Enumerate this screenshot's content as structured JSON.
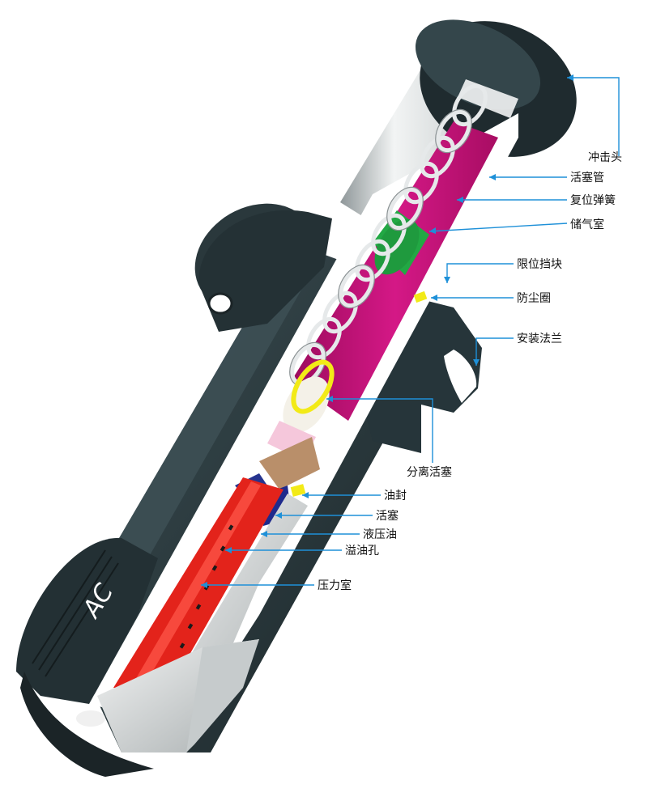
{
  "diagram": {
    "logo_text": "AC",
    "leader_color": "#1e90d8",
    "colors": {
      "body": "#2b3a3e",
      "body_dark": "#1c2629",
      "steel": "#d9dcdc",
      "spring_chamber": "#c8117a",
      "gas_ring": "#22a844",
      "piston_yellow": "#f2ea17",
      "oil": "#e3231b",
      "seal_blue": "#1f2a8c"
    },
    "labels": [
      {
        "id": "impact-head",
        "text": "冲击头"
      },
      {
        "id": "piston-tube",
        "text": "活塞管"
      },
      {
        "id": "return-spring",
        "text": "复位弹簧"
      },
      {
        "id": "accumulator",
        "text": "储气室"
      },
      {
        "id": "stop-collar",
        "text": "限位挡块"
      },
      {
        "id": "wiper-seal",
        "text": "防尘圈"
      },
      {
        "id": "mounting-flange",
        "text": "安装法兰"
      },
      {
        "id": "separator-piston",
        "text": "分离活塞"
      },
      {
        "id": "oil-seal",
        "text": "油封"
      },
      {
        "id": "piston",
        "text": "活塞"
      },
      {
        "id": "hydraulic-oil",
        "text": "液压油"
      },
      {
        "id": "orifice",
        "text": "溢油孔"
      },
      {
        "id": "pressure-chamber",
        "text": "压力室"
      }
    ]
  }
}
